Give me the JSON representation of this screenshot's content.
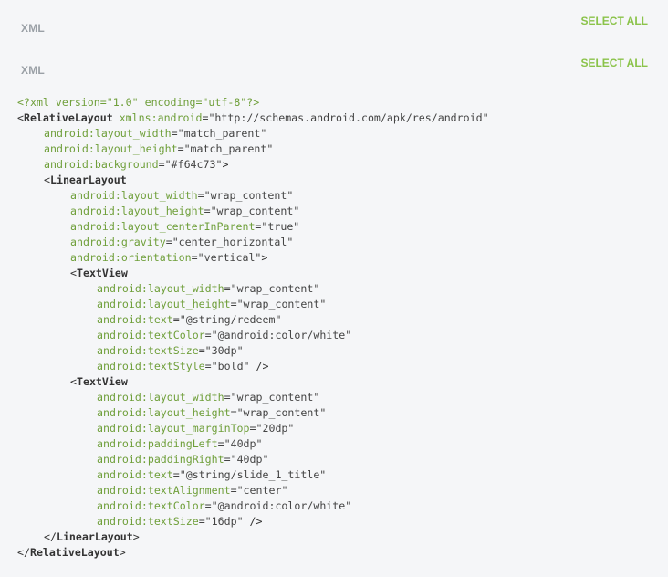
{
  "blocks": [
    {
      "language": "XML",
      "select_all": "SELECT ALL"
    },
    {
      "language": "XML",
      "select_all": "SELECT ALL"
    }
  ],
  "code_lines": [
    {
      "indent": 0,
      "kind": "pi",
      "text": "<?xml version=\"1.0\" encoding=\"utf-8\"?>"
    },
    {
      "indent": 0,
      "kind": "open",
      "tag": "RelativeLayout",
      "attr": "xmlns:android",
      "value": "\"http://schemas.android.com/apk/res/android\""
    },
    {
      "indent": 1,
      "kind": "attr",
      "attr": "android:layout_width",
      "value": "\"match_parent\""
    },
    {
      "indent": 1,
      "kind": "attr",
      "attr": "android:layout_height",
      "value": "\"match_parent\""
    },
    {
      "indent": 1,
      "kind": "attr",
      "attr": "android:background",
      "value": "\"#f64c73\"",
      "suffix": ">"
    },
    {
      "indent": 1,
      "kind": "open",
      "tag": "LinearLayout"
    },
    {
      "indent": 2,
      "kind": "attr",
      "attr": "android:layout_width",
      "value": "\"wrap_content\""
    },
    {
      "indent": 2,
      "kind": "attr",
      "attr": "android:layout_height",
      "value": "\"wrap_content\""
    },
    {
      "indent": 2,
      "kind": "attr",
      "attr": "android:layout_centerInParent",
      "value": "\"true\""
    },
    {
      "indent": 2,
      "kind": "attr",
      "attr": "android:gravity",
      "value": "\"center_horizontal\""
    },
    {
      "indent": 2,
      "kind": "attr",
      "attr": "android:orientation",
      "value": "\"vertical\"",
      "suffix": ">"
    },
    {
      "indent": 2,
      "kind": "open",
      "tag": "TextView"
    },
    {
      "indent": 3,
      "kind": "attr",
      "attr": "android:layout_width",
      "value": "\"wrap_content\""
    },
    {
      "indent": 3,
      "kind": "attr",
      "attr": "android:layout_height",
      "value": "\"wrap_content\""
    },
    {
      "indent": 3,
      "kind": "attr",
      "attr": "android:text",
      "value": "\"@string/redeem\""
    },
    {
      "indent": 3,
      "kind": "attr",
      "attr": "android:textColor",
      "value": "\"@android:color/white\""
    },
    {
      "indent": 3,
      "kind": "attr",
      "attr": "android:textSize",
      "value": "\"30dp\""
    },
    {
      "indent": 3,
      "kind": "attr",
      "attr": "android:textStyle",
      "value": "\"bold\"",
      "suffix": " />"
    },
    {
      "indent": 2,
      "kind": "open",
      "tag": "TextView"
    },
    {
      "indent": 3,
      "kind": "attr",
      "attr": "android:layout_width",
      "value": "\"wrap_content\""
    },
    {
      "indent": 3,
      "kind": "attr",
      "attr": "android:layout_height",
      "value": "\"wrap_content\""
    },
    {
      "indent": 3,
      "kind": "attr",
      "attr": "android:layout_marginTop",
      "value": "\"20dp\""
    },
    {
      "indent": 3,
      "kind": "attr",
      "attr": "android:paddingLeft",
      "value": "\"40dp\""
    },
    {
      "indent": 3,
      "kind": "attr",
      "attr": "android:paddingRight",
      "value": "\"40dp\""
    },
    {
      "indent": 3,
      "kind": "attr",
      "attr": "android:text",
      "value": "\"@string/slide_1_title\""
    },
    {
      "indent": 3,
      "kind": "attr",
      "attr": "android:textAlignment",
      "value": "\"center\""
    },
    {
      "indent": 3,
      "kind": "attr",
      "attr": "android:textColor",
      "value": "\"@android:color/white\""
    },
    {
      "indent": 3,
      "kind": "attr",
      "attr": "android:textSize",
      "value": "\"16dp\"",
      "suffix": " />"
    },
    {
      "indent": 1,
      "kind": "close",
      "tag": "LinearLayout"
    },
    {
      "indent": 0,
      "kind": "close",
      "tag": "RelativeLayout"
    }
  ],
  "colors": {
    "background": "#f5f6f8",
    "accent": "#8bc34a",
    "attribute": "#6f9f3a",
    "label": "#9aa0a6"
  }
}
